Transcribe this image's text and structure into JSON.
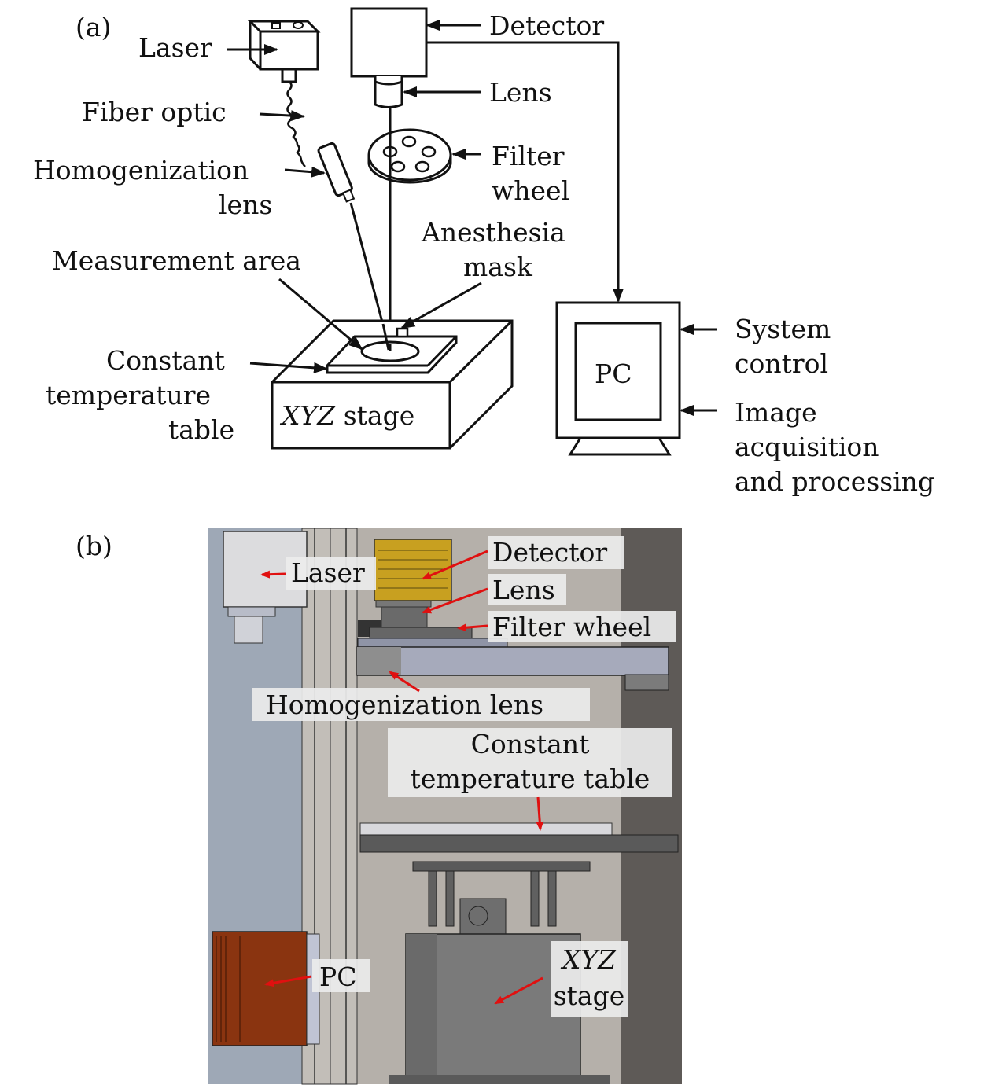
{
  "panel_a": {
    "tag": "(a)",
    "labels": {
      "laser": "Laser",
      "fiber_optic": "Fiber optic",
      "homogenization_1": "Homogenization",
      "homogenization_2": "lens",
      "detector": "Detector",
      "lens": "Lens",
      "filter_1": "Filter",
      "filter_2": "wheel",
      "anesthesia_1": "Anesthesia",
      "anesthesia_2": "mask",
      "measurement_area": "Measurement area",
      "const_temp_1": "Constant",
      "const_temp_2": "temperature",
      "const_temp_3": "table",
      "xyz_italic": "XYZ",
      "xyz_stage": " stage",
      "pc": "PC",
      "system_control_1": "System",
      "system_control_2": "control",
      "image_acq_1": "Image",
      "image_acq_2": "acquisition",
      "image_acq_3": "and processing"
    }
  },
  "panel_b": {
    "tag": "(b)",
    "labels": {
      "detector": "Detector",
      "laser": "Laser",
      "lens": "Lens",
      "filter_wheel": "Filter wheel",
      "homogenization_lens": "Homogenization lens",
      "const_temp_1": "Constant",
      "const_temp_2": "temperature table",
      "pc": "PC",
      "xyz_italic": "XYZ",
      "xyz_stage": "stage"
    },
    "colors": {
      "arrow": "#e01010",
      "detector_body": "#c8a020",
      "pc_body": "#8a3410",
      "label_bg": "#e8e8e8"
    }
  }
}
